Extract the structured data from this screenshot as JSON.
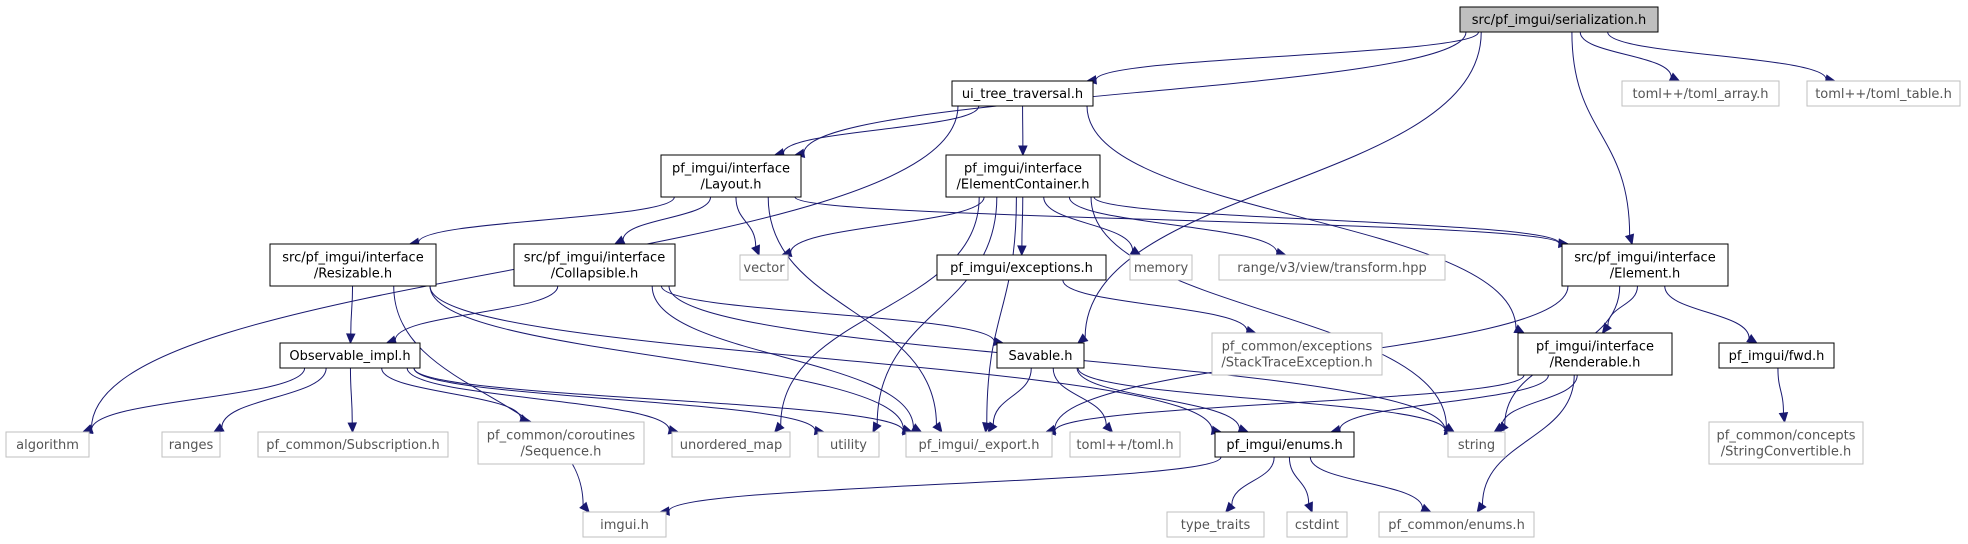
{
  "graph": {
    "nodes": [
      {
        "id": "root",
        "label": "src/pf_imgui/serialization.h",
        "kind": "root"
      },
      {
        "id": "uitt",
        "label": "ui_tree_traversal.h",
        "kind": "doc"
      },
      {
        "id": "tarr",
        "label": "toml++/toml_array.h",
        "kind": "ext"
      },
      {
        "id": "ttab",
        "label": "toml++/toml_table.h",
        "kind": "ext"
      },
      {
        "id": "layout",
        "label": "pf_imgui/interface\n/Layout.h",
        "kind": "doc"
      },
      {
        "id": "econt",
        "label": "pf_imgui/interface\n/ElementContainer.h",
        "kind": "doc"
      },
      {
        "id": "resz",
        "label": "src/pf_imgui/interface\n/Resizable.h",
        "kind": "doc"
      },
      {
        "id": "coll",
        "label": "src/pf_imgui/interface\n/Collapsible.h",
        "kind": "doc"
      },
      {
        "id": "vector",
        "label": "vector",
        "kind": "ext"
      },
      {
        "id": "exc",
        "label": "pf_imgui/exceptions.h",
        "kind": "doc"
      },
      {
        "id": "memory",
        "label": "memory",
        "kind": "ext"
      },
      {
        "id": "range",
        "label": "range/v3/view/transform.hpp",
        "kind": "ext"
      },
      {
        "id": "elem",
        "label": "src/pf_imgui/interface\n/Element.h",
        "kind": "doc"
      },
      {
        "id": "obs",
        "label": "Observable_impl.h",
        "kind": "doc"
      },
      {
        "id": "savable",
        "label": "Savable.h",
        "kind": "doc"
      },
      {
        "id": "ste",
        "label": "pf_common/exceptions\n/StackTraceException.h",
        "kind": "ext"
      },
      {
        "id": "rend",
        "label": "pf_imgui/interface\n/Renderable.h",
        "kind": "doc"
      },
      {
        "id": "fwd",
        "label": "pf_imgui/fwd.h",
        "kind": "doc"
      },
      {
        "id": "algorithm",
        "label": "algorithm",
        "kind": "ext"
      },
      {
        "id": "ranges",
        "label": "ranges",
        "kind": "ext"
      },
      {
        "id": "subs",
        "label": "pf_common/Subscription.h",
        "kind": "ext"
      },
      {
        "id": "coro",
        "label": "pf_common/coroutines\n/Sequence.h",
        "kind": "ext"
      },
      {
        "id": "umap",
        "label": "unordered_map",
        "kind": "ext"
      },
      {
        "id": "utility",
        "label": "utility",
        "kind": "ext"
      },
      {
        "id": "export",
        "label": "pf_imgui/_export.h",
        "kind": "ext"
      },
      {
        "id": "toml",
        "label": "toml++/toml.h",
        "kind": "ext"
      },
      {
        "id": "enums",
        "label": "pf_imgui/enums.h",
        "kind": "doc"
      },
      {
        "id": "string",
        "label": "string",
        "kind": "ext"
      },
      {
        "id": "strconv",
        "label": "pf_common/concepts\n/StringConvertible.h",
        "kind": "ext"
      },
      {
        "id": "imgui",
        "label": "imgui.h",
        "kind": "ext"
      },
      {
        "id": "ttraits",
        "label": "type_traits",
        "kind": "ext"
      },
      {
        "id": "cstdint",
        "label": "cstdint",
        "kind": "ext"
      },
      {
        "id": "pfenums",
        "label": "pf_common/enums.h",
        "kind": "ext"
      }
    ],
    "edges": [
      [
        "root",
        "uitt"
      ],
      [
        "root",
        "layout"
      ],
      [
        "root",
        "tarr"
      ],
      [
        "root",
        "ttab"
      ],
      [
        "root",
        "elem"
      ],
      [
        "root",
        "savable"
      ],
      [
        "uitt",
        "layout"
      ],
      [
        "uitt",
        "econt"
      ],
      [
        "uitt",
        "algorithm"
      ],
      [
        "uitt",
        "rend"
      ],
      [
        "layout",
        "resz"
      ],
      [
        "layout",
        "coll"
      ],
      [
        "layout",
        "vector"
      ],
      [
        "layout",
        "elem"
      ],
      [
        "layout",
        "export"
      ],
      [
        "econt",
        "vector"
      ],
      [
        "econt",
        "exc"
      ],
      [
        "econt",
        "memory"
      ],
      [
        "econt",
        "range"
      ],
      [
        "econt",
        "elem"
      ],
      [
        "econt",
        "umap"
      ],
      [
        "econt",
        "utility"
      ],
      [
        "econt",
        "export"
      ],
      [
        "econt",
        "string"
      ],
      [
        "resz",
        "obs"
      ],
      [
        "resz",
        "export"
      ],
      [
        "resz",
        "imgui"
      ],
      [
        "resz",
        "enums"
      ],
      [
        "coll",
        "obs"
      ],
      [
        "coll",
        "savable"
      ],
      [
        "coll",
        "export"
      ],
      [
        "coll",
        "string"
      ],
      [
        "exc",
        "ste"
      ],
      [
        "elem",
        "rend"
      ],
      [
        "elem",
        "fwd"
      ],
      [
        "elem",
        "export"
      ],
      [
        "elem",
        "string"
      ],
      [
        "obs",
        "algorithm"
      ],
      [
        "obs",
        "ranges"
      ],
      [
        "obs",
        "subs"
      ],
      [
        "obs",
        "coro"
      ],
      [
        "obs",
        "umap"
      ],
      [
        "obs",
        "utility"
      ],
      [
        "obs",
        "export"
      ],
      [
        "savable",
        "export"
      ],
      [
        "savable",
        "toml"
      ],
      [
        "savable",
        "enums"
      ],
      [
        "savable",
        "string"
      ],
      [
        "rend",
        "export"
      ],
      [
        "rend",
        "enums"
      ],
      [
        "rend",
        "string"
      ],
      [
        "rend",
        "pfenums"
      ],
      [
        "fwd",
        "strconv"
      ],
      [
        "enums",
        "imgui"
      ],
      [
        "enums",
        "ttraits"
      ],
      [
        "enums",
        "cstdint"
      ],
      [
        "enums",
        "pfenums"
      ]
    ]
  }
}
